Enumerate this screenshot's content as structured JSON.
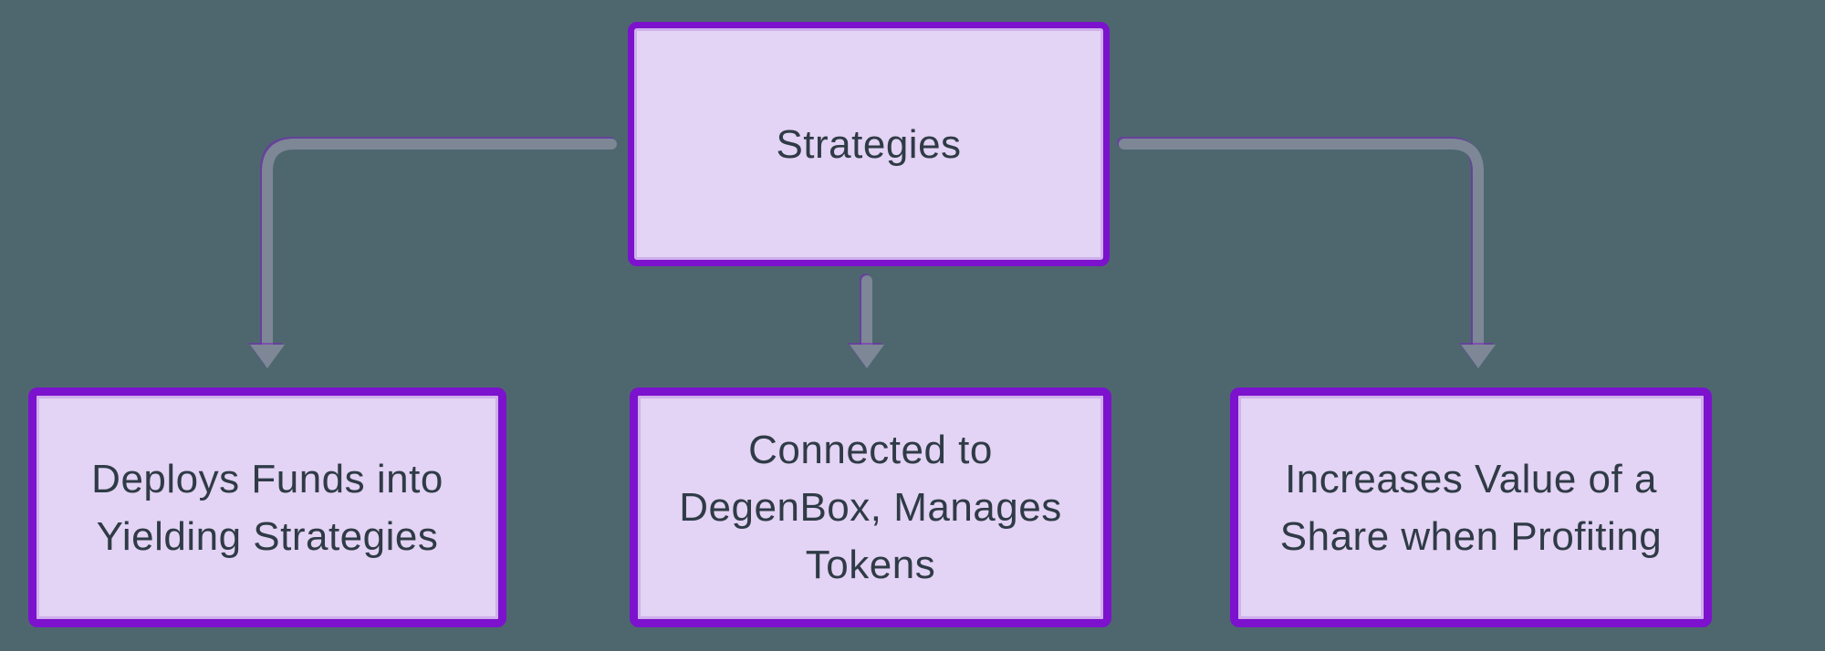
{
  "diagram": {
    "type": "flowchart",
    "nodes": {
      "root": {
        "id": "strategies",
        "label": "Strategies",
        "lines": [
          "Strategies"
        ]
      },
      "children": [
        {
          "id": "deploys-funds",
          "label": "Deploys Funds into Yielding Strategies",
          "lines": [
            "Deploys Funds into",
            "Yielding Strategies"
          ]
        },
        {
          "id": "degenbox",
          "label": "Connected to DegenBox, Manages Tokens",
          "lines": [
            "Connected to",
            "DegenBox, Manages",
            "Tokens"
          ]
        },
        {
          "id": "increases-value",
          "label": "Increases Value of a Share when Profiting",
          "lines": [
            "Increases Value of a",
            "Share when Profiting"
          ]
        }
      ]
    },
    "edges": [
      {
        "from": "strategies",
        "to": "deploys-funds"
      },
      {
        "from": "strategies",
        "to": "degenbox"
      },
      {
        "from": "strategies",
        "to": "increases-value"
      }
    ],
    "colors": {
      "background": "#4e676f",
      "node_fill": "#e3d3f4",
      "node_border": "#7c12cd",
      "node_inner_stroke": "#c59ce7",
      "text": "#2f3b46",
      "arrow": "#7d8796",
      "arrow_fringe": "rgba(124,30,200,0.5)"
    }
  }
}
